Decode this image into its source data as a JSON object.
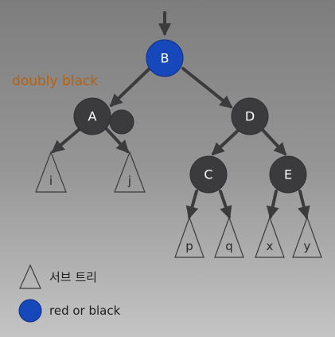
{
  "colors": {
    "dark_node": "#3b3b3d",
    "red_or_black_node": "#1748bb",
    "annotation": "#b8600e"
  },
  "root": {
    "label": "B",
    "style": "red-or-black"
  },
  "annotation": {
    "text": "doubly black"
  },
  "nodes": {
    "A": {
      "label": "A"
    },
    "D": {
      "label": "D"
    },
    "C": {
      "label": "C"
    },
    "E": {
      "label": "E"
    }
  },
  "subtrees": {
    "i": "i",
    "j": "j",
    "p": "p",
    "q": "q",
    "x": "x",
    "y": "y"
  },
  "legend": {
    "subtree_label": "서브 트리",
    "red_or_black_label": "red or black"
  }
}
